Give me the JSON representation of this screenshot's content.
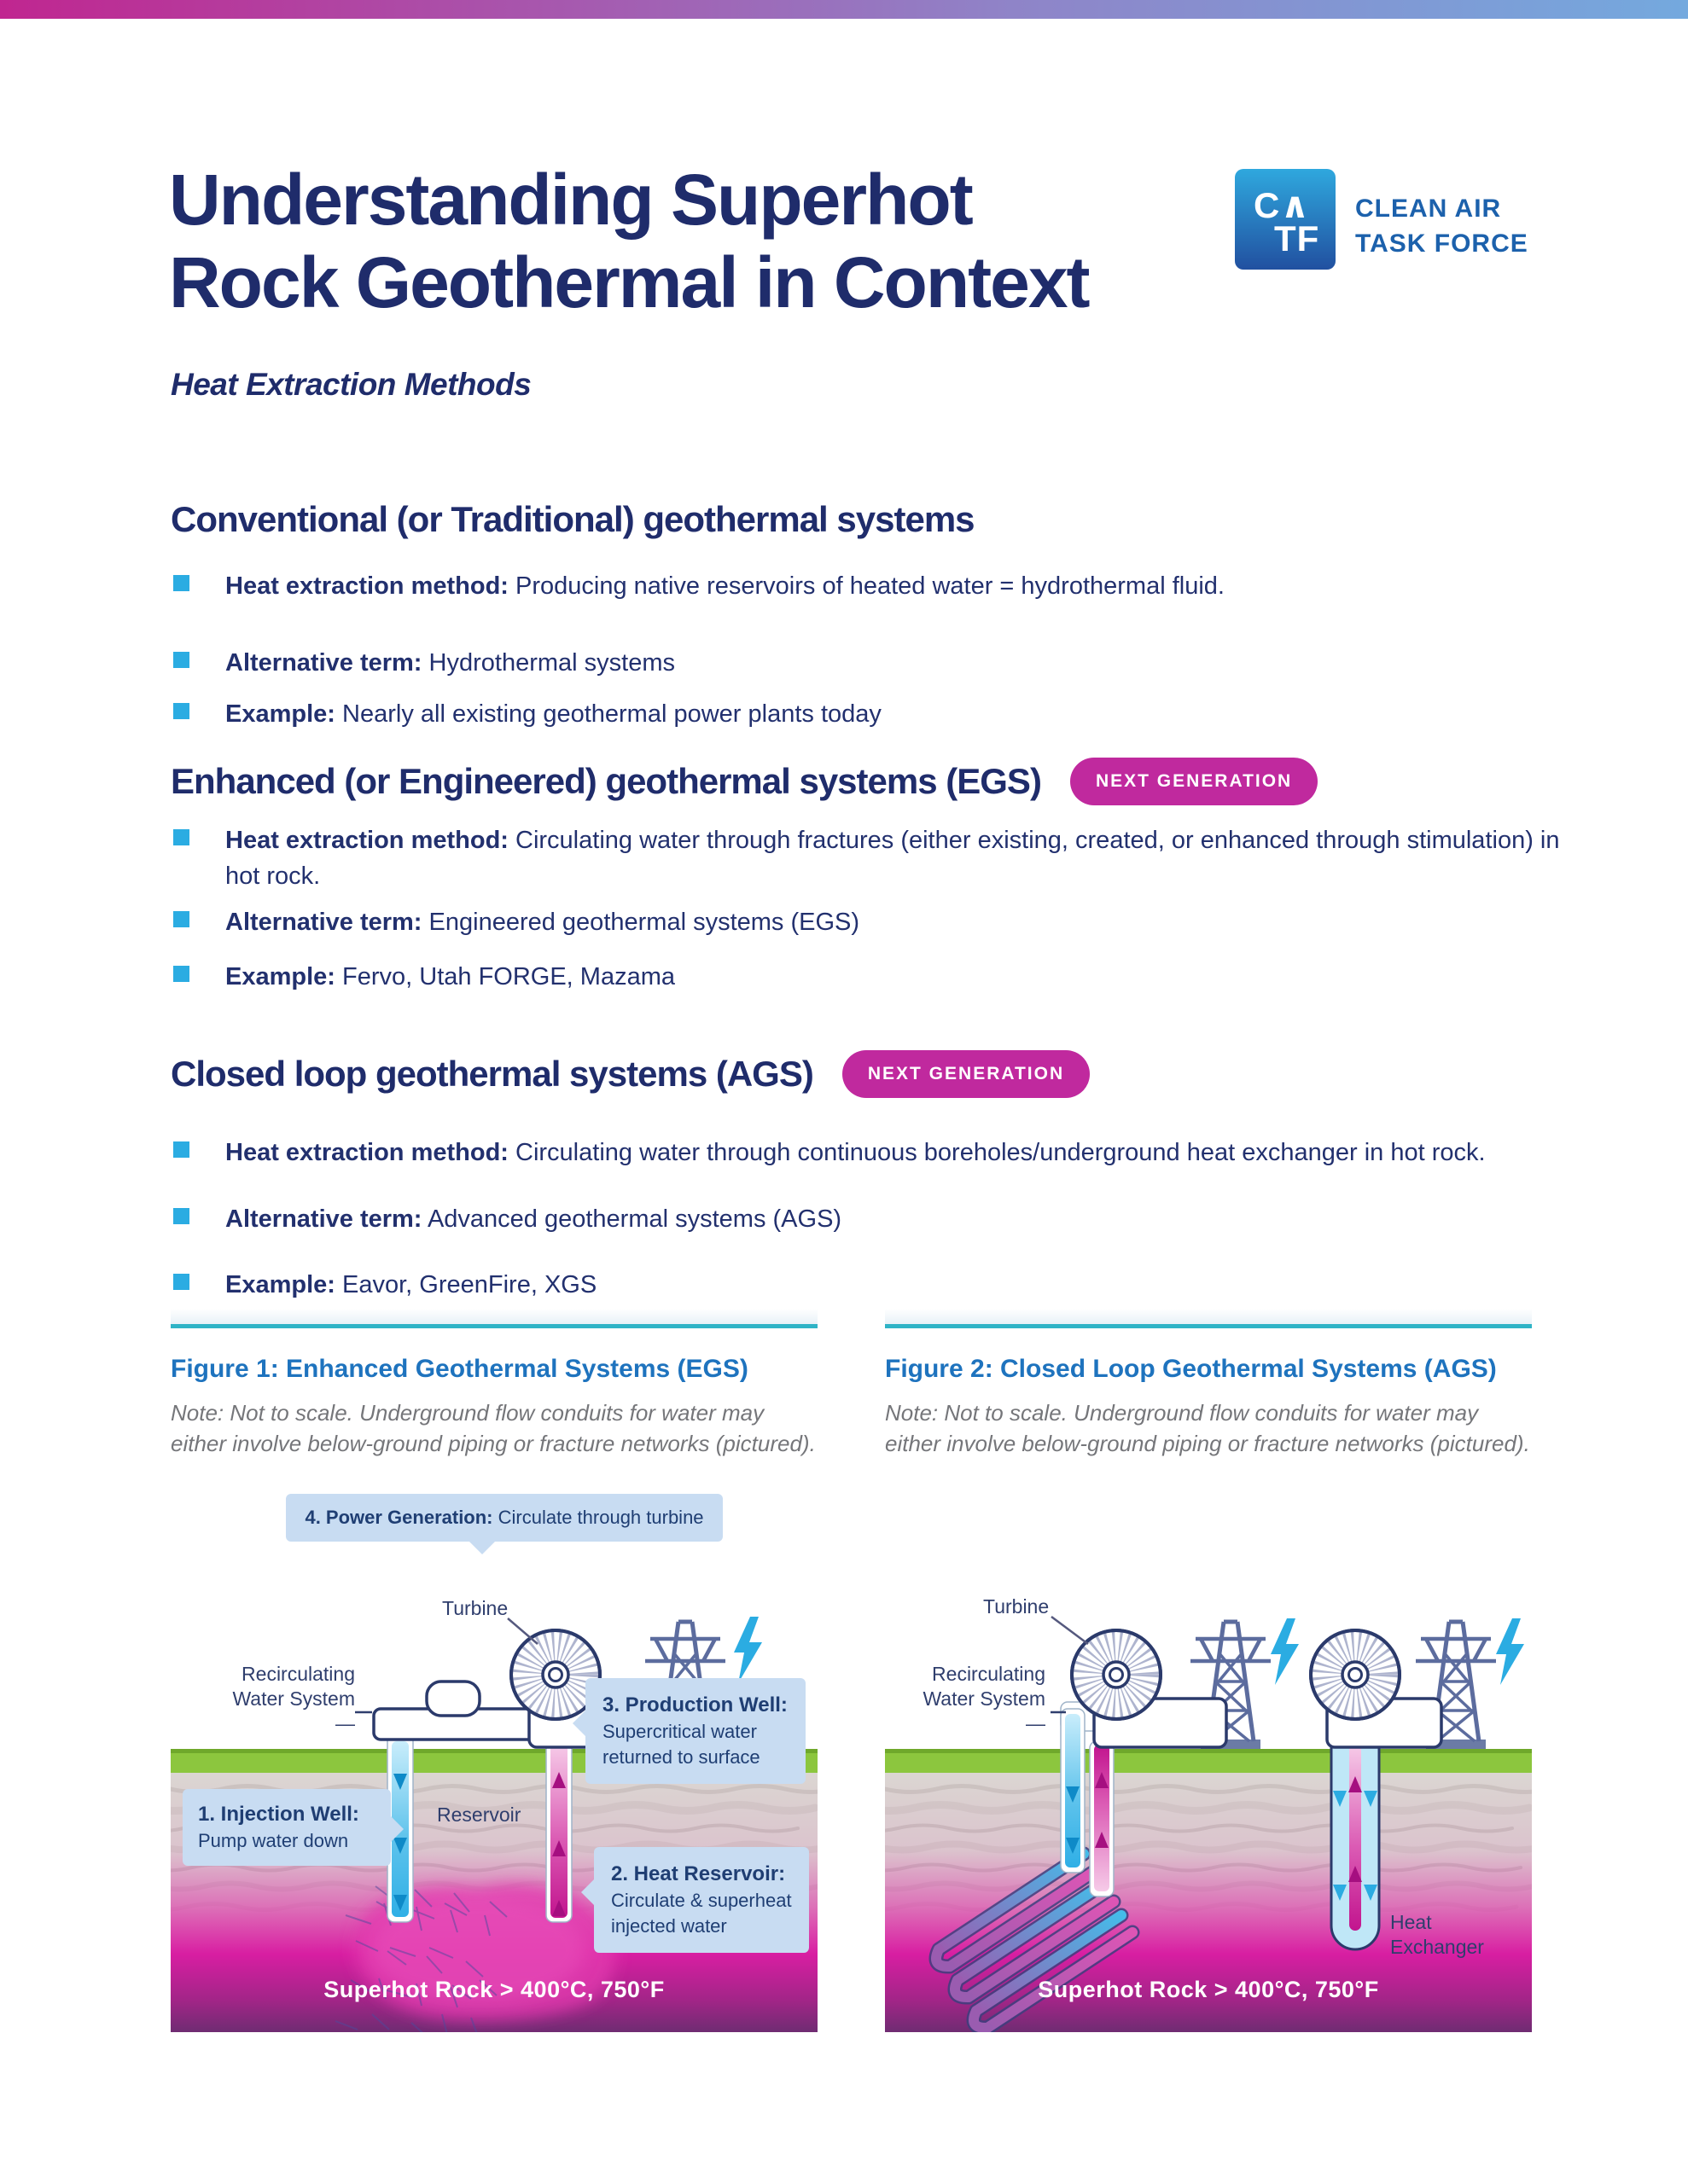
{
  "page": {
    "title_line1": "Understanding Superhot",
    "title_line2": "Rock Geothermal in Context",
    "subtitle": "Heat Extraction Methods"
  },
  "logo": {
    "initials_top": "C∧",
    "initials_bottom": "TF",
    "org_line1": "CLEAN AIR",
    "org_line2": "TASK FORCE"
  },
  "sections": [
    {
      "heading": "Conventional (or Traditional) geothermal systems",
      "badge": "",
      "bullets": [
        {
          "label": "Heat extraction method:",
          "text": "Producing native reservoirs of heated water = hydrothermal fluid."
        },
        {
          "label": "Alternative term:",
          "text": "Hydrothermal systems"
        },
        {
          "label": "Example:",
          "text": "Nearly all existing geothermal power plants today"
        }
      ]
    },
    {
      "heading": "Enhanced (or Engineered) geothermal systems (EGS)",
      "badge": "NEXT GENERATION",
      "bullets": [
        {
          "label": "Heat extraction method:",
          "text": "Circulating water through fractures (either existing, created, or enhanced through stimulation) in hot rock."
        },
        {
          "label": "Alternative term:",
          "text": "Engineered geothermal systems (EGS)"
        },
        {
          "label": "Example:",
          "text": "Fervo, Utah FORGE, Mazama"
        }
      ]
    },
    {
      "heading": "Closed loop geothermal systems (AGS)",
      "badge": "NEXT GENERATION",
      "bullets": [
        {
          "label": "Heat extraction method:",
          "text": "Circulating water through continuous boreholes/underground heat exchanger in hot rock."
        },
        {
          "label": "Alternative term:",
          "text": "Advanced geothermal systems (AGS)"
        },
        {
          "label": "Example:",
          "text": "Eavor, GreenFire, XGS"
        }
      ]
    }
  ],
  "figures": [
    {
      "caption": "Figure 1: Enhanced Geothermal Systems (EGS)",
      "note_line1": "Note: Not to scale. Underground flow conduits for water may",
      "note_line2": "either involve below-ground piping or fracture networks (pictured).",
      "labels": {
        "turbine": "Turbine",
        "recirc_line1": "Recirculating",
        "recirc_line2": "Water System —",
        "reservoir": "Reservoir",
        "superhot": "Superhot Rock > 400°C, 750°F"
      },
      "callouts": {
        "power_title": "4. Power Generation:",
        "power_text": " Circulate through turbine",
        "injection_title": "1. Injection Well:",
        "injection_text": "Pump water down",
        "production_title": "3. Production Well:",
        "production_line1": "Supercritical water",
        "production_line2": "returned to surface",
        "reservoir_title": "2. Heat Reservoir:",
        "reservoir_line1": "Circulate & superheat",
        "reservoir_line2": "injected water"
      }
    },
    {
      "caption": "Figure 2: Closed Loop Geothermal Systems (AGS)",
      "note_line1": "Note: Not to scale. Underground flow conduits for water may",
      "note_line2": "either involve below-ground piping or fracture networks (pictured).",
      "labels": {
        "turbine": "Turbine",
        "recirc_line1": "Recirculating",
        "recirc_line2": "Water System —",
        "heat_exchanger_line1": "Heat",
        "heat_exchanger_line2": "Exchanger",
        "superhot": "Superhot Rock > 400°C, 750°F"
      }
    }
  ],
  "colors": {
    "heading_navy": "#1F2C6B",
    "body_navy": "#22306E",
    "caption_blue": "#1E73BE",
    "note_gray": "#75767A",
    "teal_divider": "#2EB3C6",
    "badge_magenta": "#C0299E",
    "bullet_cyan": "#2BACE2",
    "grass_green": "#8CC63E",
    "hot_pink": "#DE1CA2",
    "deep_purple": "#6F2C72",
    "pipe_blue": "#2FAFE6",
    "pipe_pink": "#C2148E",
    "lightning_cyan": "#2BACE2",
    "callout_bg": "#C8DCF2",
    "logo_blue_top": "#2FA8DE",
    "logo_blue_bottom": "#2150A0",
    "logo_text_blue": "#1C61AC",
    "topbar_left": "#C02690",
    "topbar_right": "#74A9DE"
  }
}
